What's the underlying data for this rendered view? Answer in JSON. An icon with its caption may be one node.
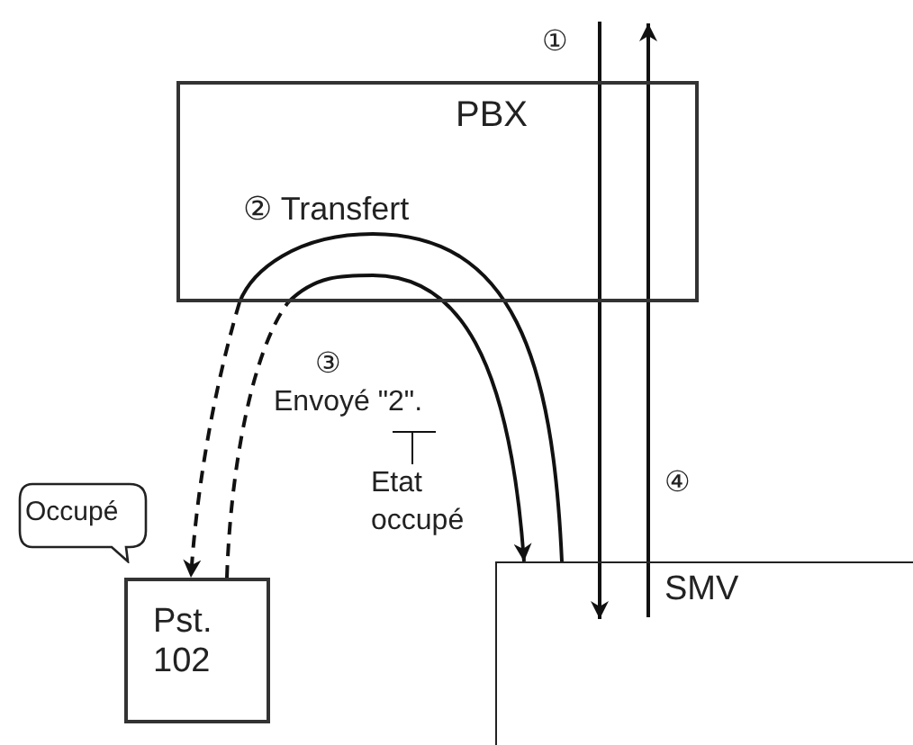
{
  "diagram": {
    "nodes": [
      {
        "text": [
          "PBX"
        ]
      },
      {
        "text": [
          "Occupé"
        ]
      },
      {
        "text": [
          "Pst. 102"
        ]
      },
      {
        "text": [
          "Etat occupé"
        ]
      },
      {
        "text": [
          "SMV"
        ]
      }
    ],
    "edges": [
      {
        "from": null,
        "to": 4,
        "arrow": "to"
      },
      {
        "from": 4,
        "to": null,
        "arrow": "to"
      },
      {
        "from": 0,
        "to": 2,
        "arrow": "to",
        "style": "dashed"
      },
      {
        "from": 2,
        "to": 0,
        "arrow": "none",
        "style": "dashed"
      },
      {
        "from": 0,
        "to": 4,
        "arrow": "to"
      },
      {
        "from": 4,
        "to": 0,
        "arrow": "none"
      },
      {
        "from": 3,
        "to": null,
        "arrow": "none"
      }
    ],
    "labels": [
      "①",
      "② Transfert",
      "③",
      "Envoyé \"2\".",
      "④"
    ]
  }
}
